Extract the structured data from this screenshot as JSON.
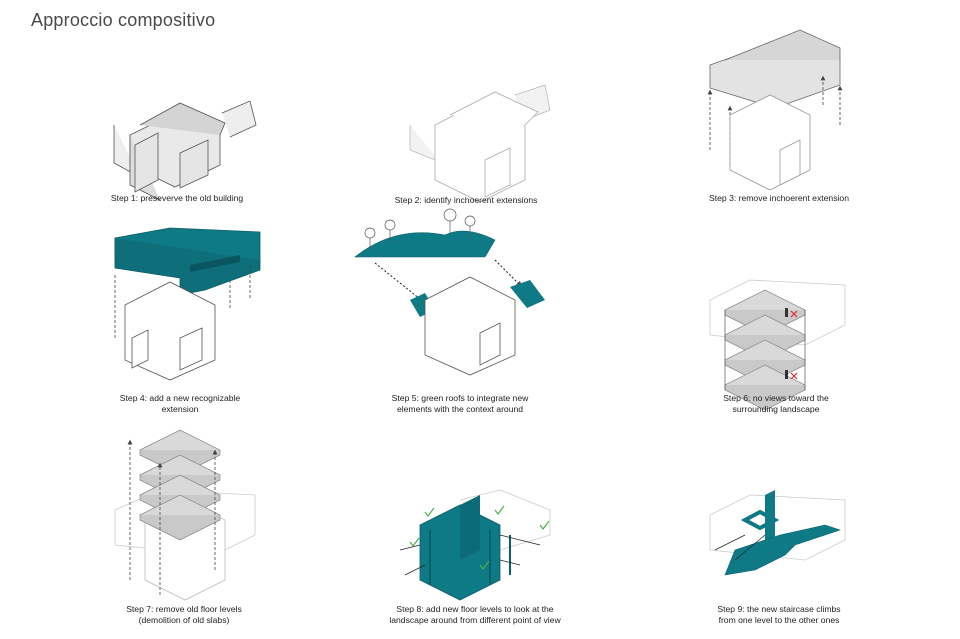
{
  "page": {
    "title": "Approccio compositivo"
  },
  "colors": {
    "accent": "#0e7a86",
    "accent_dark": "#0b5f69",
    "line": "#555555",
    "ghost": "#c8c8c8",
    "slab": "#d9d9d9",
    "check": "#4caf50",
    "cross": "#d9302b"
  },
  "steps": [
    {
      "lines": [
        "Step 1: preseverve the old building"
      ]
    },
    {
      "lines": [
        "Step 2: identify inchoerent extensions"
      ]
    },
    {
      "lines": [
        "Step 3: remove inchoerent extension"
      ]
    },
    {
      "lines": [
        "Step 4: add a new recognizable",
        "extension"
      ]
    },
    {
      "lines": [
        "Step 5: green roofs to integrate new",
        "elements with the context around"
      ]
    },
    {
      "lines": [
        "Step 6: no views toward the",
        "surrounding landscape"
      ]
    },
    {
      "lines": [
        "Step 7: remove old floor levels",
        "(demolition of old slabs)"
      ]
    },
    {
      "lines": [
        "Step 8: add new floor levels to look at the",
        "landscape around from different point of view"
      ]
    },
    {
      "lines": [
        "Step 9: the new staircase climbs",
        "from one level to the other ones"
      ]
    }
  ]
}
